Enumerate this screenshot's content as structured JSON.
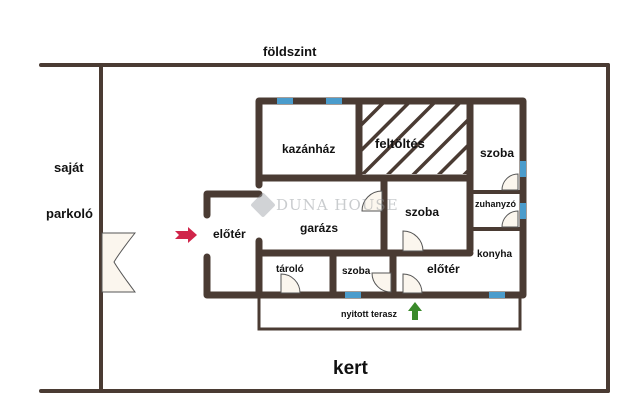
{
  "plan": {
    "title": "földszint",
    "colors": {
      "wall": "#4a3b33",
      "window": "#4a9ccc",
      "door_fill": "#fbf6ee",
      "entry_arrow": "#d0254a",
      "terrace_arrow": "#3a8a2a",
      "hatch": "#4a3b33"
    },
    "outside": {
      "parking_line1": "saját",
      "parking_line2": "parkoló",
      "garden": "kert"
    },
    "rooms": {
      "boiler_room": "kazánház",
      "filled_area": "feltöltés",
      "room_top_right": "szoba",
      "garage": "garázs",
      "room_middle": "szoba",
      "shower": "zuhanyzó",
      "entry_hall_left": "előtér",
      "kitchen": "konyha",
      "storage": "tároló",
      "room_bottom": "szoba",
      "entry_hall_bottom": "előtér",
      "open_terrace": "nyitott terasz"
    },
    "watermark": "DUNA HOUSE"
  }
}
